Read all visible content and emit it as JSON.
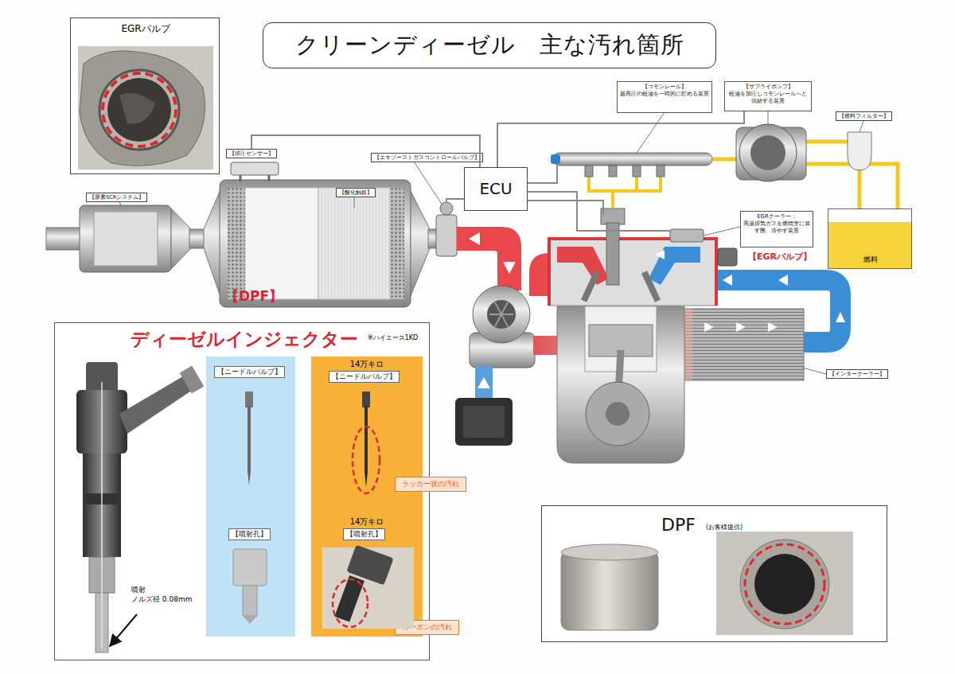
{
  "diagram": {
    "title": "クリーンディーゼル　主な汚れ箇所",
    "nodes": [
      {
        "text": [
          "EGRバルブ"
        ]
      },
      {
        "text": [
          "【尿素SCRシステム】"
        ]
      },
      {
        "text": [
          "【排圧センサー】"
        ]
      },
      {
        "text": [
          "【酸化触媒】"
        ]
      },
      {
        "text": [
          "【エキゾーストガスコントロールバルブ】"
        ]
      },
      {
        "text": [
          "ECU"
        ]
      },
      {
        "text": [
          "【コモンレール】",
          "超高圧の軽油を一時的に貯める装置"
        ]
      },
      {
        "text": [
          "【サプライポンプ】",
          "軽油を加圧しコモンレールへと供給する装置"
        ]
      },
      {
        "text": [
          "【燃料フィルター】"
        ]
      },
      {
        "text": [
          "燃料"
        ]
      },
      {
        "text": [
          "EGRクーラー：",
          "高温排気ガスを燃焼室に戻す際、冷やす装置"
        ]
      },
      {
        "text": [
          "【インタークーラー】"
        ]
      },
      {
        "text": [
          "ディーゼルインジェクター"
        ]
      },
      {
        "text": [
          "【ニードルバルブ】",
          "【噴射孔】"
        ],
        "in": 12
      },
      {
        "text": [
          "14万キロ",
          "【ニードルバルブ】",
          "14万キロ",
          "【噴射孔】"
        ],
        "in": 12
      },
      {
        "text": [
          "ラッカー状の汚れ"
        ],
        "in": 12
      },
      {
        "text": [
          "カーボンの汚れ"
        ],
        "in": 12
      },
      {
        "text": [
          "DPF",
          "(お客様提供)"
        ]
      }
    ],
    "edges": [
      {
        "from": 5,
        "to": 2,
        "arrow": "none"
      },
      {
        "from": 5,
        "to": 7,
        "arrow": "none"
      }
    ],
    "labels": [
      "【DPF】",
      "【EGRバルブ】",
      "※ハイエース1KD",
      "噴射",
      "ノルズ径 0.08mm"
    ]
  }
}
